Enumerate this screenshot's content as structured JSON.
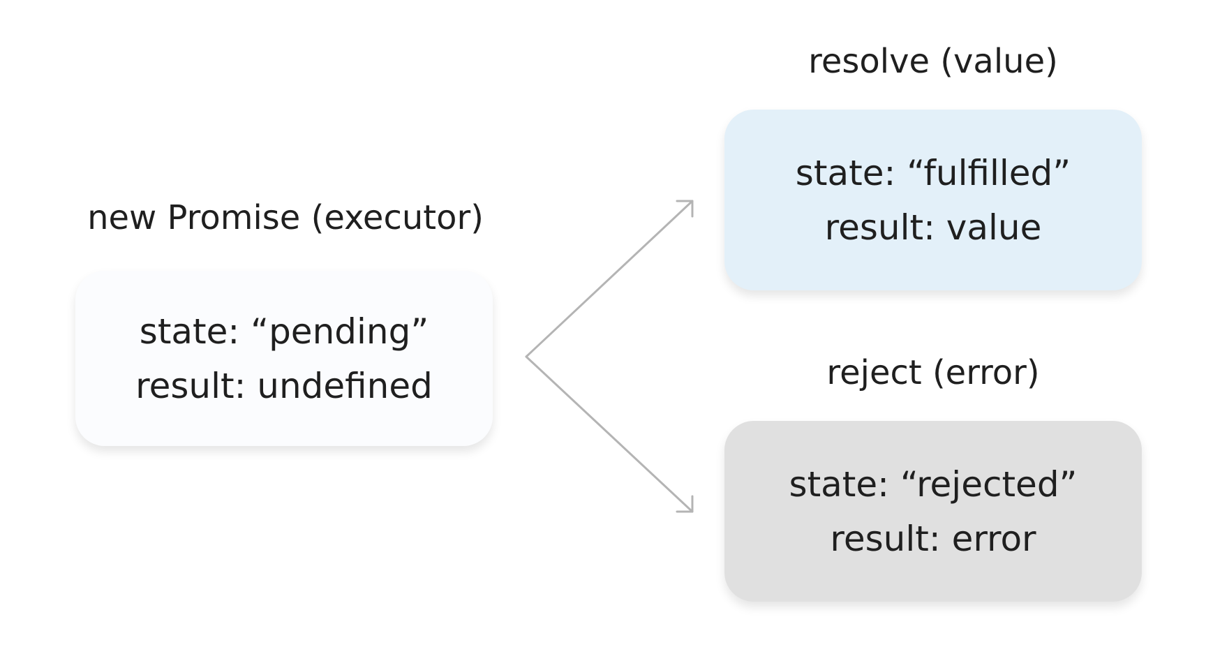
{
  "diagram": {
    "initial": {
      "caption": "new Promise (executor)",
      "state_line": "state: “pending”",
      "result_line": "result: undefined",
      "fill": "#fbfcfe"
    },
    "fulfilled": {
      "caption": "resolve (value)",
      "state_line": "state: “fulfilled”",
      "result_line": "result: value",
      "fill": "#e3f0f9"
    },
    "rejected": {
      "caption": "reject (error)",
      "state_line": "state: “rejected”",
      "result_line": "result: error",
      "fill": "#e0e0e0"
    },
    "arrow_color": "#b4b4b4",
    "text_color": "#1f1f1f"
  }
}
